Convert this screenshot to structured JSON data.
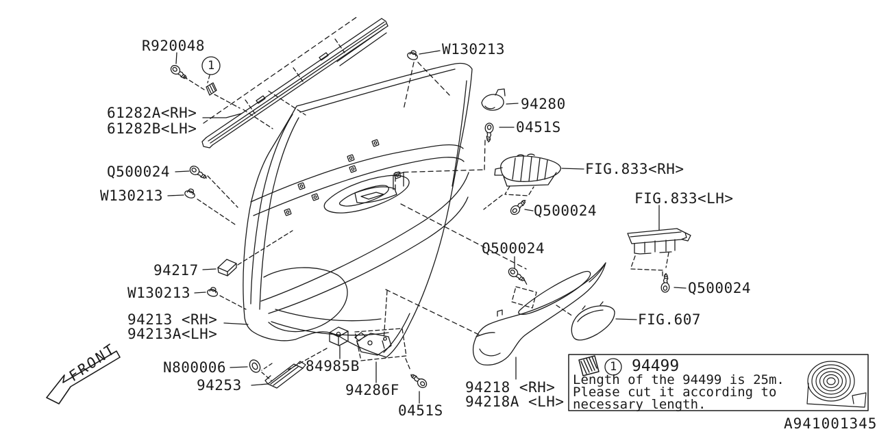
{
  "page": {
    "background": "#ffffff",
    "ink": "#1a1a1a"
  },
  "doc_number": "A941001345",
  "front_arrow": {
    "label": "FRONT"
  },
  "balloon": {
    "number": "1"
  },
  "callouts": {
    "r920048": "R920048",
    "w130213_top": "W130213",
    "belt_61282a_rh": "61282A<RH>",
    "belt_61282b_lh": "61282B<LH>",
    "tweeter_94280": "94280",
    "screw_0451s_upper": "0451S",
    "q500024_upper_left": "Q500024",
    "w130213_mid_left": "W130213",
    "fig833_rh": "FIG.833<RH>",
    "fig833_lh": "FIG.833<LH>",
    "q500024_mid_right": "Q500024",
    "q500024_center": "Q500024",
    "lamp_94217": "94217",
    "w130213_lower_left": "W130213",
    "trim_94213_rh": "94213 <RH>",
    "trim_94213a_lh": "94213A<LH>",
    "q500024_far_right": "Q500024",
    "fig607": "FIG.607",
    "grommet_n800006": "N800006",
    "bracket_84985b": "84985B",
    "strip_94253": "94253",
    "bracket_94286f": "94286F",
    "screw_0451s_lower": "0451S",
    "lower_94218_rh": "94218 <RH>",
    "lower_94218a_lh": "94218A <LH>"
  },
  "legend": {
    "balloon": "1",
    "part_number": "94499",
    "line1": "Length of the 94499 is 25m.",
    "line2": "Please cut it according to",
    "line3": "necessary length."
  }
}
